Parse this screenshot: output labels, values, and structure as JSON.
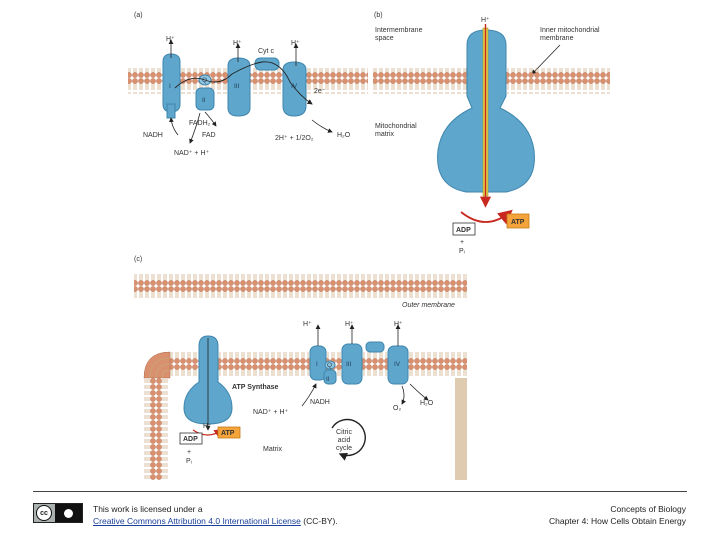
{
  "panels": {
    "a": {
      "letter": "(a)",
      "protons": [
        "H⁺",
        "H⁺",
        "H⁺"
      ],
      "cytc": "Cyt c",
      "q": "Q",
      "complexes": [
        "I",
        "II",
        "III",
        "IV"
      ],
      "electron": "2e⁻",
      "nadh": "NADH",
      "fadh2": "FADH₂",
      "fad": "FAD",
      "nad": "NAD⁺ + H⁺",
      "oxygen": "2H⁺ + 1/2O₂",
      "water": "H₂O"
    },
    "b": {
      "letter": "(b)",
      "proton": "H⁺",
      "intermembrane": [
        "Intermembrane",
        "space"
      ],
      "inner_membrane": [
        "Inner mitochondrial",
        "membrane"
      ],
      "matrix": [
        "Mitochondrial",
        "matrix"
      ],
      "adp": "ADP",
      "atp": "ATP",
      "pi_plus": "+",
      "pi": "Pᵢ"
    },
    "c": {
      "letter": "(c)",
      "outer_membrane": "Outer membrane",
      "protons": [
        "H⁺",
        "H⁺",
        "H⁺"
      ],
      "synthase_proton": "H⁺",
      "complexes": [
        "I",
        "II",
        "III",
        "IV"
      ],
      "q": "Q",
      "atp_synthase": "ATP Synthase",
      "nad": "NAD⁺ + H⁺",
      "nadh": "NADH",
      "oxygen": "O₂",
      "water": "H₂O",
      "adp": "ADP",
      "atp": "ATP",
      "pi_plus": "+",
      "pi": "Pᵢ",
      "matrix": "Matrix",
      "cycle": [
        "Citric",
        "acid",
        "cycle"
      ]
    }
  },
  "footer": {
    "cc_badge": "cc",
    "license_prefix": "This work is licensed under a",
    "license_link": "Creative Commons Attribution 4.0 International License",
    "license_suffix": " (CC-BY).",
    "book": "Concepts of Biology",
    "chapter": "Chapter 4: How Cells Obtain Energy"
  },
  "colors": {
    "membrane": "#d9906f",
    "membrane_tail": "#c8b48a",
    "protein": "#5fa6cc",
    "protein_dark": "#3f86ae",
    "atp_box": "#f4a43a",
    "arrow_red": "#c8281e"
  }
}
